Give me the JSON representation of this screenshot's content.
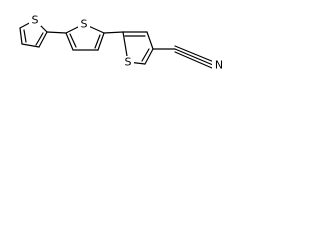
{
  "molecule": {
    "labels": {
      "sulfur": "S",
      "nitrogen": "N"
    },
    "rings": [
      {
        "name": "terminal-thiophene-ring",
        "heteroatom": "S"
      },
      {
        "name": "central-thiophene-ring",
        "heteroatom": "S"
      },
      {
        "name": "nitrile-thiophene-ring",
        "heteroatom": "S"
      }
    ],
    "substituent": {
      "name": "nitrile-group",
      "atom": "N",
      "bond_order": 3
    }
  },
  "colors": {
    "bond": "#000000",
    "label": "#000000",
    "background": "#ffffff"
  }
}
